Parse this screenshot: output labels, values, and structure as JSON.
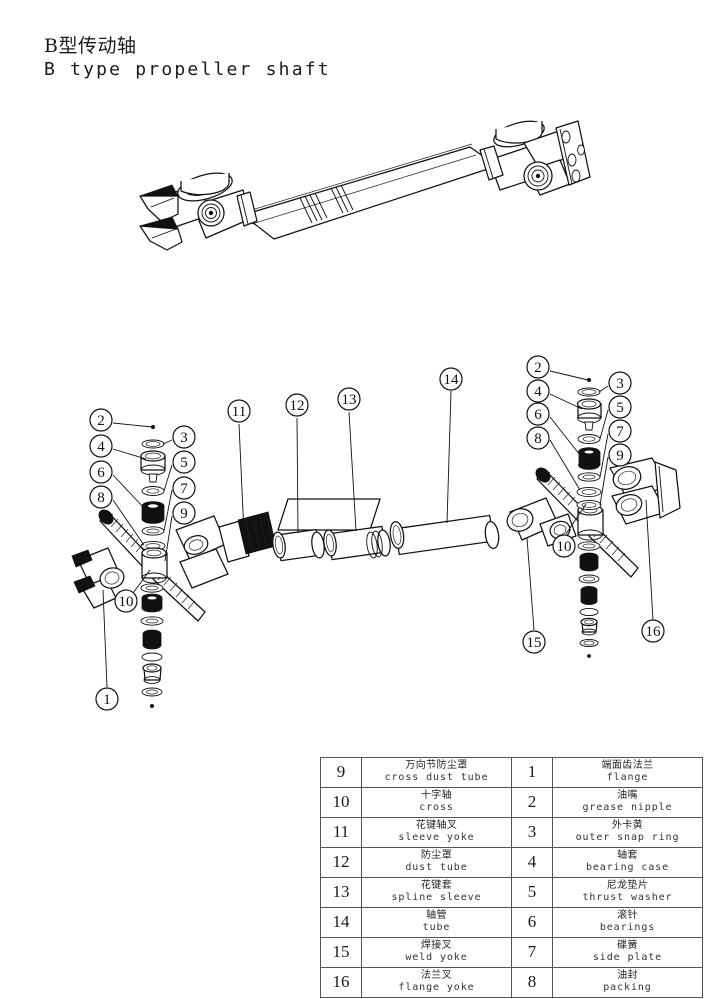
{
  "title": {
    "cn": "B型传动轴",
    "en": "B type propeller shaft"
  },
  "drawings": {
    "assembly": {
      "name": "assembled propeller shaft view",
      "description": "Isometric view of complete assembled B type propeller shaft with universal joints at both ends and flange yoke"
    },
    "exploded": {
      "name": "exploded parts view",
      "description": "Exploded isometric view showing cross assemblies, bearing stacks, spline shaft yoke, dust tube, spline sleeve, tube, weld yoke and flange yoke"
    }
  },
  "callouts": [
    {
      "id": "2",
      "label": "2",
      "group": "left-upper"
    },
    {
      "id": "4",
      "label": "4",
      "group": "left-upper"
    },
    {
      "id": "6",
      "label": "6",
      "group": "left-upper"
    },
    {
      "id": "8",
      "label": "8",
      "group": "left-upper"
    },
    {
      "id": "3",
      "label": "3",
      "group": "left-upper"
    },
    {
      "id": "5",
      "label": "5",
      "group": "left-upper"
    },
    {
      "id": "7",
      "label": "7",
      "group": "left-upper"
    },
    {
      "id": "9",
      "label": "9",
      "group": "left-upper"
    },
    {
      "id": "11",
      "label": "11",
      "group": "middle"
    },
    {
      "id": "12",
      "label": "12",
      "group": "middle"
    },
    {
      "id": "13",
      "label": "13",
      "group": "middle"
    },
    {
      "id": "14",
      "label": "14",
      "group": "middle"
    },
    {
      "id": "10-left",
      "label": "10",
      "group": "left-lower"
    },
    {
      "id": "1",
      "label": "1",
      "group": "left-lower"
    },
    {
      "id": "2r",
      "label": "2",
      "group": "right-upper"
    },
    {
      "id": "4r",
      "label": "4",
      "group": "right-upper"
    },
    {
      "id": "6r",
      "label": "6",
      "group": "right-upper"
    },
    {
      "id": "8r",
      "label": "8",
      "group": "right-upper"
    },
    {
      "id": "3r",
      "label": "3",
      "group": "right-upper"
    },
    {
      "id": "5r",
      "label": "5",
      "group": "right-upper"
    },
    {
      "id": "7r",
      "label": "7",
      "group": "right-upper"
    },
    {
      "id": "9r",
      "label": "9",
      "group": "right-upper"
    },
    {
      "id": "10-right",
      "label": "10",
      "group": "right-lower"
    },
    {
      "id": "15",
      "label": "15",
      "group": "right-lower"
    },
    {
      "id": "16",
      "label": "16",
      "group": "right-lower"
    }
  ],
  "parts_table": {
    "rows": [
      {
        "left_num": "9",
        "left_cn": "万向节防尘罩",
        "left_en": "cross dust tube",
        "right_num": "1",
        "right_cn": "端面齿法兰",
        "right_en": "flange"
      },
      {
        "left_num": "10",
        "left_cn": "十字轴",
        "left_en": "cross",
        "right_num": "2",
        "right_cn": "油嘴",
        "right_en": "grease nipple"
      },
      {
        "left_num": "11",
        "left_cn": "花键轴叉",
        "left_en": "sleeve yoke",
        "right_num": "3",
        "right_cn": "外卡黄",
        "right_en": "outer snap ring"
      },
      {
        "left_num": "12",
        "left_cn": "防尘罩",
        "left_en": "dust tube",
        "right_num": "4",
        "right_cn": "轴套",
        "right_en": "bearing case"
      },
      {
        "left_num": "13",
        "left_cn": "花键套",
        "left_en": "spline sleeve",
        "right_num": "5",
        "right_cn": "尼龙垫片",
        "right_en": "thrust washer"
      },
      {
        "left_num": "14",
        "left_cn": "轴管",
        "left_en": "tube",
        "right_num": "6",
        "right_cn": "滚针",
        "right_en": "bearings"
      },
      {
        "left_num": "15",
        "left_cn": "焊接叉",
        "left_en": "weld yoke",
        "right_num": "7",
        "right_cn": "碟簧",
        "right_en": "side plate"
      },
      {
        "left_num": "16",
        "left_cn": "法兰叉",
        "left_en": "flange yoke",
        "right_num": "8",
        "right_cn": "油封",
        "right_en": "packing"
      }
    ]
  },
  "colors": {
    "line": "#111111",
    "fill_white": "#ffffff",
    "fill_black": "#111111",
    "table_border": "#555555",
    "background": "#ffffff"
  }
}
